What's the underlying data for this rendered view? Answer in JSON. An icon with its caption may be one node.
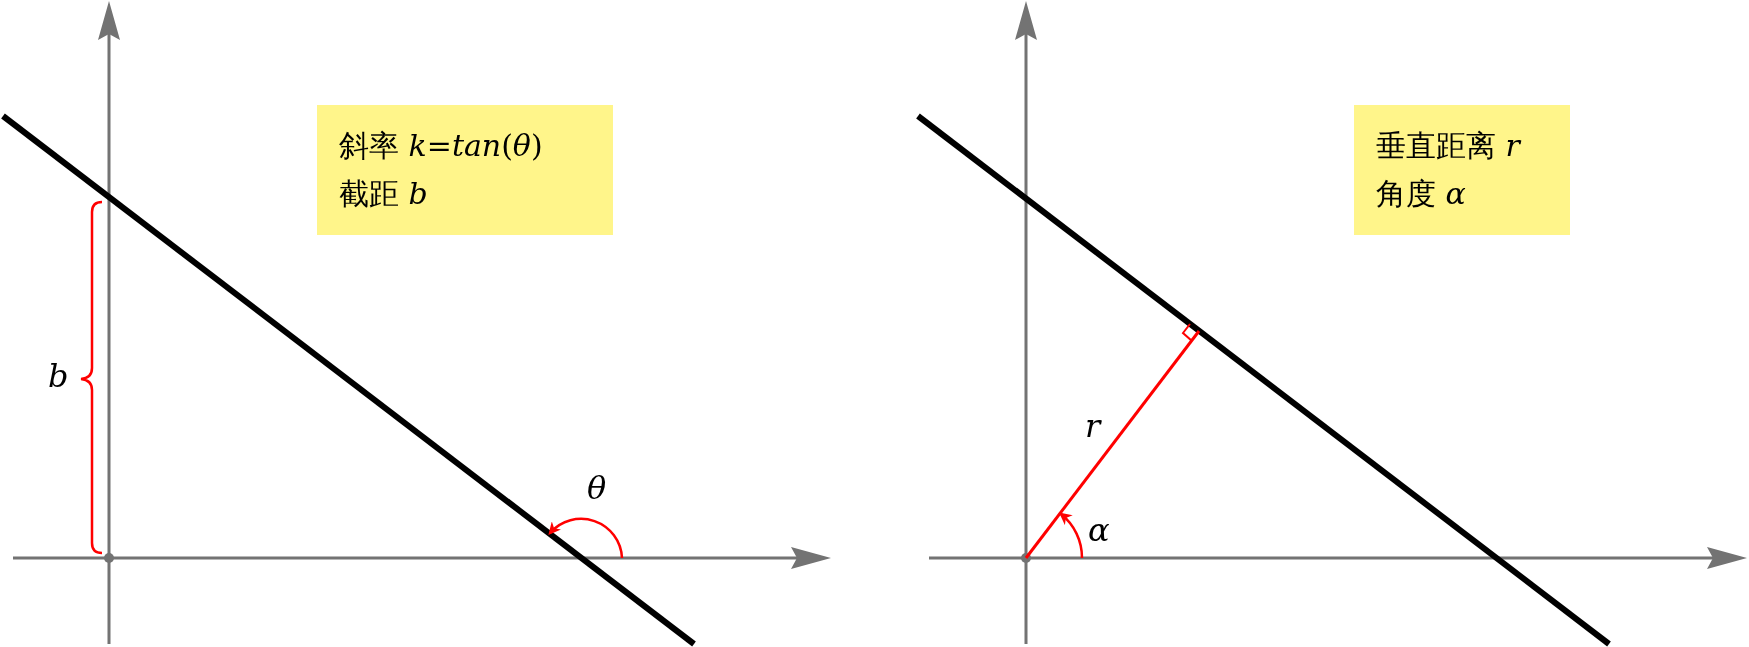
{
  "diagram": {
    "nodes": [
      {
        "text": [
          "斜率 *k*=*tan*(*θ*)",
          "截距 *b*"
        ]
      },
      {
        "text": [
          "垂直距离 *r*",
          "角度 *α*"
        ]
      }
    ],
    "labels": [
      "b",
      "θ",
      "r",
      "α"
    ]
  }
}
